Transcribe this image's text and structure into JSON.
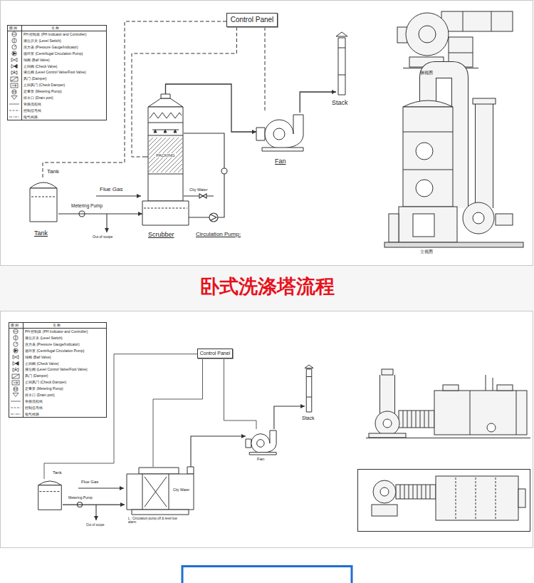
{
  "diagram": {
    "title": "卧式洗涤塔流程",
    "nodes": [
      {
        "text": [
          "Control Panel"
        ]
      },
      {
        "text": [
          "Stack"
        ]
      },
      {
        "text": [
          "Fan"
        ]
      },
      {
        "text": [
          "PACKING",
          "Scrubber"
        ]
      },
      {
        "text": [
          "Tank",
          "Tank"
        ]
      },
      {
        "text": [
          "Control Panel"
        ]
      },
      {
        "text": [
          "Stack"
        ]
      },
      {
        "text": [
          "Fan"
        ]
      },
      {
        "text": [
          "City Water"
        ]
      },
      {
        "text": [
          "Tank"
        ]
      }
    ],
    "edges": [
      {
        "from": 0,
        "to": 3,
        "arrow": "none"
      },
      {
        "from": 0,
        "to": 2,
        "arrow": "none"
      },
      {
        "from": 0,
        "to": 4,
        "arrow": "none"
      },
      {
        "from": 3,
        "to": 2,
        "arrow": "to"
      },
      {
        "from": 2,
        "to": 1,
        "arrow": "to"
      },
      {
        "from": 4,
        "to": 3,
        "arrow": "to"
      },
      {
        "from": 5,
        "to": 8,
        "arrow": "none"
      },
      {
        "from": 5,
        "to": 7,
        "arrow": "none"
      },
      {
        "from": 5,
        "to": 9,
        "arrow": "none"
      },
      {
        "from": 8,
        "to": 7,
        "arrow": "to"
      },
      {
        "from": 7,
        "to": 6,
        "arrow": "to"
      },
      {
        "from": 9,
        "to": 8,
        "arrow": "to"
      }
    ],
    "labels": [
      "图 例",
      "名 称",
      "Flue Gas",
      "Metering Pump",
      "Out of scope",
      "City Water",
      "Circulation Pump:",
      "侧视图",
      "立视图",
      "图 例",
      "名 称",
      "Flue Gas",
      "Metering Pump",
      "Out of scope",
      "L : Circulation pump off & level low alarm"
    ],
    "legend": [
      {
        "text": "PH 控制器 (PH Indicator and Controller)"
      },
      {
        "text": "液位开关 (Level Switch)"
      },
      {
        "text": "压力表 (Pressure Gauge/Indicator)"
      },
      {
        "text": "循环泵 (Centrifugal Circulation Pump)"
      },
      {
        "text": "球阀 (Ball Valve)"
      },
      {
        "text": "止回阀 (Check Valve)"
      },
      {
        "text": "液位阀 (Level Control Valve/Foot Valve)"
      },
      {
        "text": "风门 (Damper)"
      },
      {
        "text": "止回风门 (Check Damper)"
      },
      {
        "text": "定量泵 (Metering Pump)"
      },
      {
        "text": "排水口 (Drain port)"
      },
      {
        "text": "管路流程线"
      },
      {
        "text": "控制信号线"
      },
      {
        "text": "电气线路"
      },
      {
        "text": "PH 控制器 (PH Indicator and Controller)"
      },
      {
        "text": "液位开关 (Level Switch)"
      },
      {
        "text": "压力表 (Pressure Gauge/Indicator)"
      },
      {
        "text": "循环泵 (Centrifugal Circulation Pump)"
      },
      {
        "text": "球阀 (Ball Valve)"
      },
      {
        "text": "止回阀 (Check Valve)"
      },
      {
        "text": "液位阀 (Level Control Valve/Foot Valve)"
      },
      {
        "text": "风门 (Damper)"
      },
      {
        "text": "止回风门 (Check Damper)"
      },
      {
        "text": "定量泵 (Metering Pump)"
      },
      {
        "text": "排水口 (Drain port)"
      },
      {
        "text": "管路流程线"
      },
      {
        "text": "控制信号线"
      },
      {
        "text": "电气线路"
      }
    ]
  }
}
